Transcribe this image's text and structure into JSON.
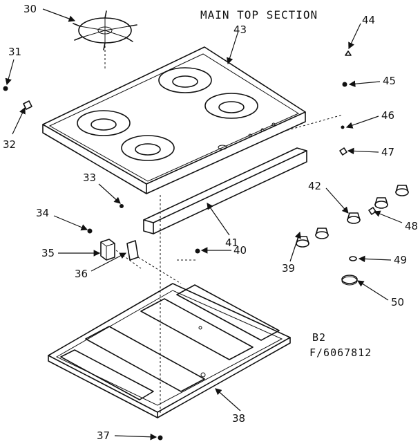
{
  "title": "MAIN TOP SECTION",
  "diagram_code": "B2",
  "figure_number": "F/6067812",
  "part_labels": {
    "p30": "30",
    "p31": "31",
    "p32": "32",
    "p33": "33",
    "p34": "34",
    "p35": "35",
    "p36": "36",
    "p37": "37",
    "p38": "38",
    "p39": "39",
    "p40": "40",
    "p41": "41",
    "p42": "42",
    "p43": "43",
    "p44": "44",
    "p45": "45",
    "p46": "46",
    "p47": "47",
    "p48": "48",
    "p49": "49",
    "p50": "50"
  }
}
